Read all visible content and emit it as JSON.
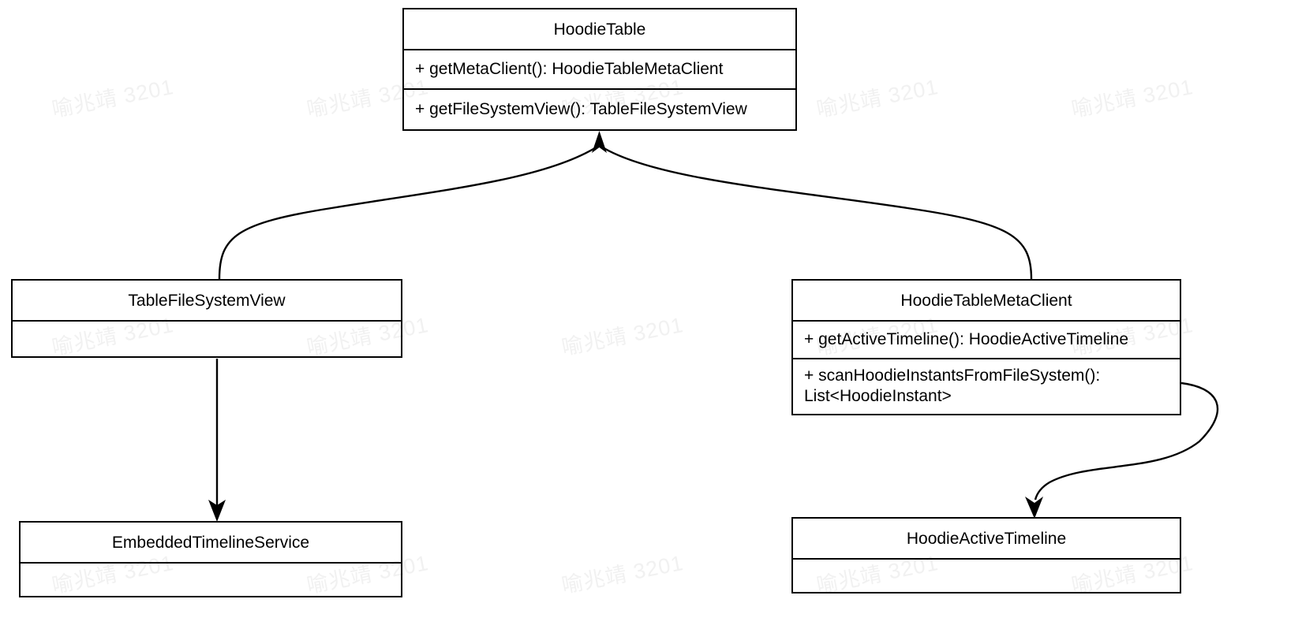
{
  "diagram": {
    "type": "uml-class-diagram",
    "background_color": "#ffffff",
    "line_color": "#000000",
    "watermark": {
      "text": "喻兆靖 3201",
      "color": "#f1f1f1",
      "rotation_deg": -11
    },
    "classes": [
      {
        "id": "hoodie-table",
        "name": "HoodieTable",
        "members": [
          "+ getMetaClient(): HoodieTableMetaClient",
          "+ getFileSystemView(): TableFileSystemView"
        ]
      },
      {
        "id": "table-file-system-view",
        "name": "TableFileSystemView",
        "members": [
          ""
        ]
      },
      {
        "id": "hoodie-table-meta-client",
        "name": "HoodieTableMetaClient",
        "members": [
          "+ getActiveTimeline(): HoodieActiveTimeline",
          "+ scanHoodieInstantsFromFileSystem():\nList<HoodieInstant>"
        ]
      },
      {
        "id": "embedded-timeline-service",
        "name": "EmbeddedTimelineService",
        "members": [
          ""
        ]
      },
      {
        "id": "hoodie-active-timeline",
        "name": "HoodieActiveTimeline",
        "members": [
          ""
        ]
      }
    ],
    "relationships": [
      {
        "from": "table-file-system-view",
        "to": "hoodie-table",
        "style": "curved",
        "arrow": "open-filled"
      },
      {
        "from": "hoodie-table-meta-client",
        "to": "hoodie-table",
        "style": "curved",
        "arrow": "open-filled"
      },
      {
        "from": "table-file-system-view",
        "to": "embedded-timeline-service",
        "style": "straight",
        "arrow": "open-filled"
      },
      {
        "from": "hoodie-table-meta-client",
        "to": "hoodie-active-timeline",
        "style": "curved",
        "arrow": "open-filled"
      }
    ]
  }
}
